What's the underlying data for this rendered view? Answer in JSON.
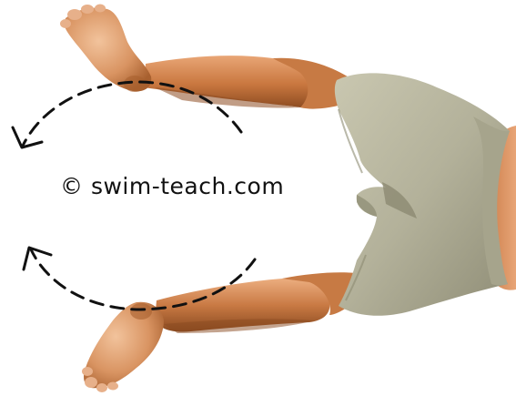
{
  "watermark": {
    "text": "© swim-teach.com"
  },
  "colors": {
    "background": "#ffffff",
    "skin": "#d0824f",
    "skin_shadow": "#9a5429",
    "skin_highlight": "#eab38a",
    "shorts": "#b5b39c",
    "shorts_shadow": "#8c8a72",
    "arrow": "#111111"
  },
  "icons": {
    "upper_arrow": "counterclockwise-dashed-arrow",
    "lower_arrow": "clockwise-dashed-arrow"
  }
}
